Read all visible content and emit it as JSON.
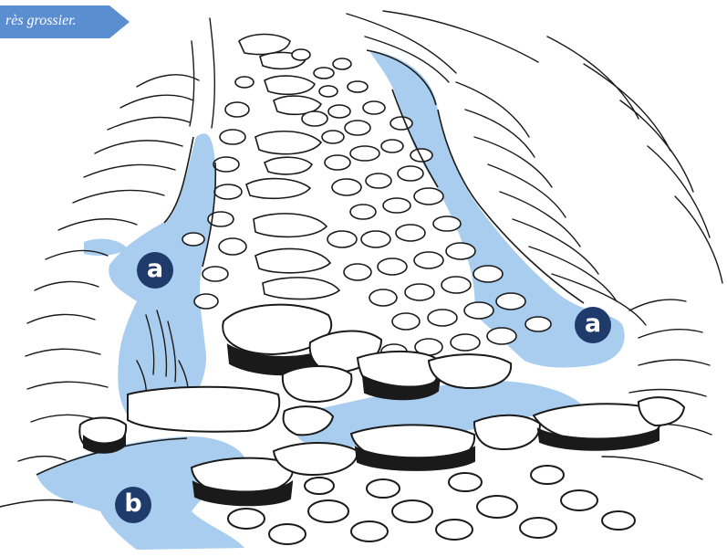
{
  "caption": {
    "text": "rès grossier."
  },
  "labels": {
    "ditch_left": "a",
    "ditch_right": "a",
    "outlet": "b"
  },
  "colors": {
    "water": "#a9cdee",
    "ink": "#1a1a1a",
    "marker_fill": "#1f3b6b",
    "caption_tag": "#5b8ed0"
  },
  "icons": {
    "caption_shape": "arrow-tag",
    "marker_shape": "filled-circle"
  }
}
